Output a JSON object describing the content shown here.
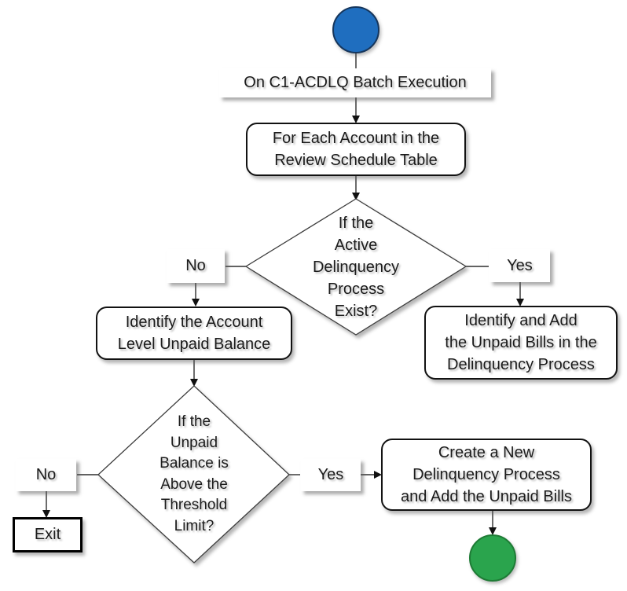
{
  "flowchart": {
    "events": {
      "batch_execution": "On C1-ACDLQ Batch Execution"
    },
    "processes": {
      "for_each_account": "For Each Account in the\nReview Schedule Table",
      "identify_unpaid_balance": "Identify the Account\nLevel Unpaid Balance",
      "identify_add_unpaid_bills": "Identify and Add\nthe Unpaid Bills in the\nDelinquency Process",
      "create_delinquency_process": "Create a New\nDelinquency Process\nand Add the Unpaid Bills",
      "exit": "Exit"
    },
    "decisions": {
      "active_process_exists": "If the\nActive\nDelinquency\nProcess\nExist?",
      "above_threshold": "If the\nUnpaid\nBalance is\nAbove the\nThreshold\nLimit?"
    },
    "branch_labels": {
      "decision1_no": "No",
      "decision1_yes": "Yes",
      "decision2_no": "No",
      "decision2_yes": "Yes"
    },
    "colors": {
      "start_fill": "#1f6ebf",
      "start_border": "#16365c",
      "end_fill": "#2aa44d",
      "end_border": "#1e7b35",
      "line": "#2e2e2e"
    }
  }
}
